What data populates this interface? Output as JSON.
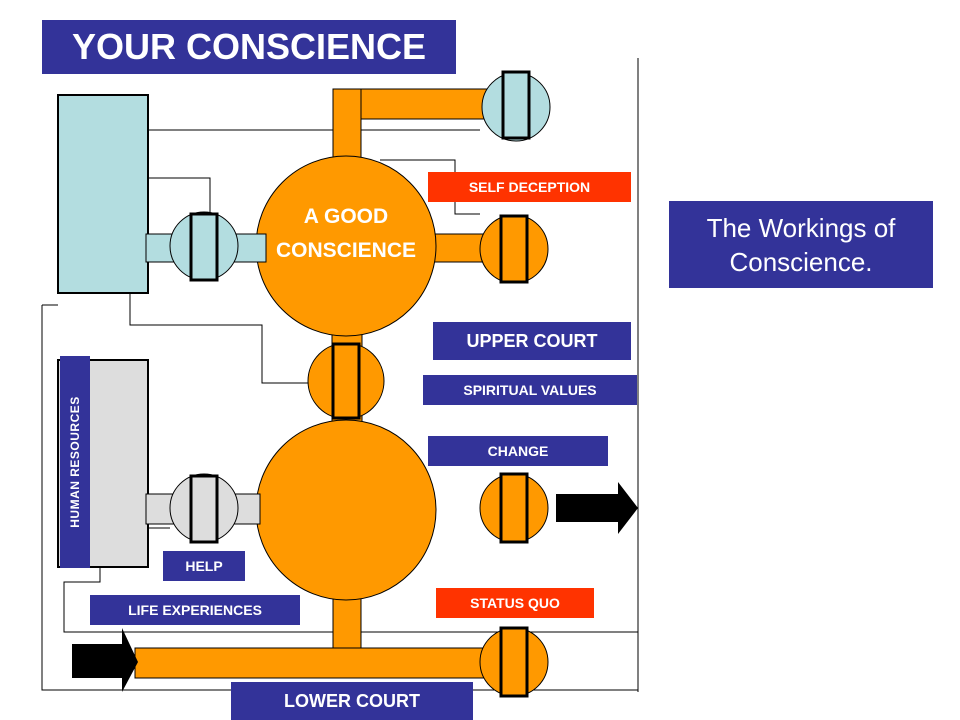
{
  "title": "YOUR CONSCIENCE",
  "subtitle": "The Workings of Conscience.",
  "labels": {
    "good_conscience_line1": "A GOOD",
    "good_conscience_line2": "CONSCIENCE",
    "self_deception": "SELF DECEPTION",
    "upper_court": "UPPER COURT",
    "spiritual_values": "SPIRITUAL VALUES",
    "change": "CHANGE",
    "status_quo": "STATUS QUO",
    "help": "HELP",
    "human_resources": "HUMAN RESOURCES",
    "life_experiences": "LIFE EXPERIENCES",
    "lower_court": "LOWER COURT"
  },
  "colors": {
    "orange": "#ff9900",
    "light_blue": "#b3dde0",
    "light_gray": "#dddddd",
    "navy": "#333399",
    "red": "#ff3300",
    "black": "#000000"
  }
}
